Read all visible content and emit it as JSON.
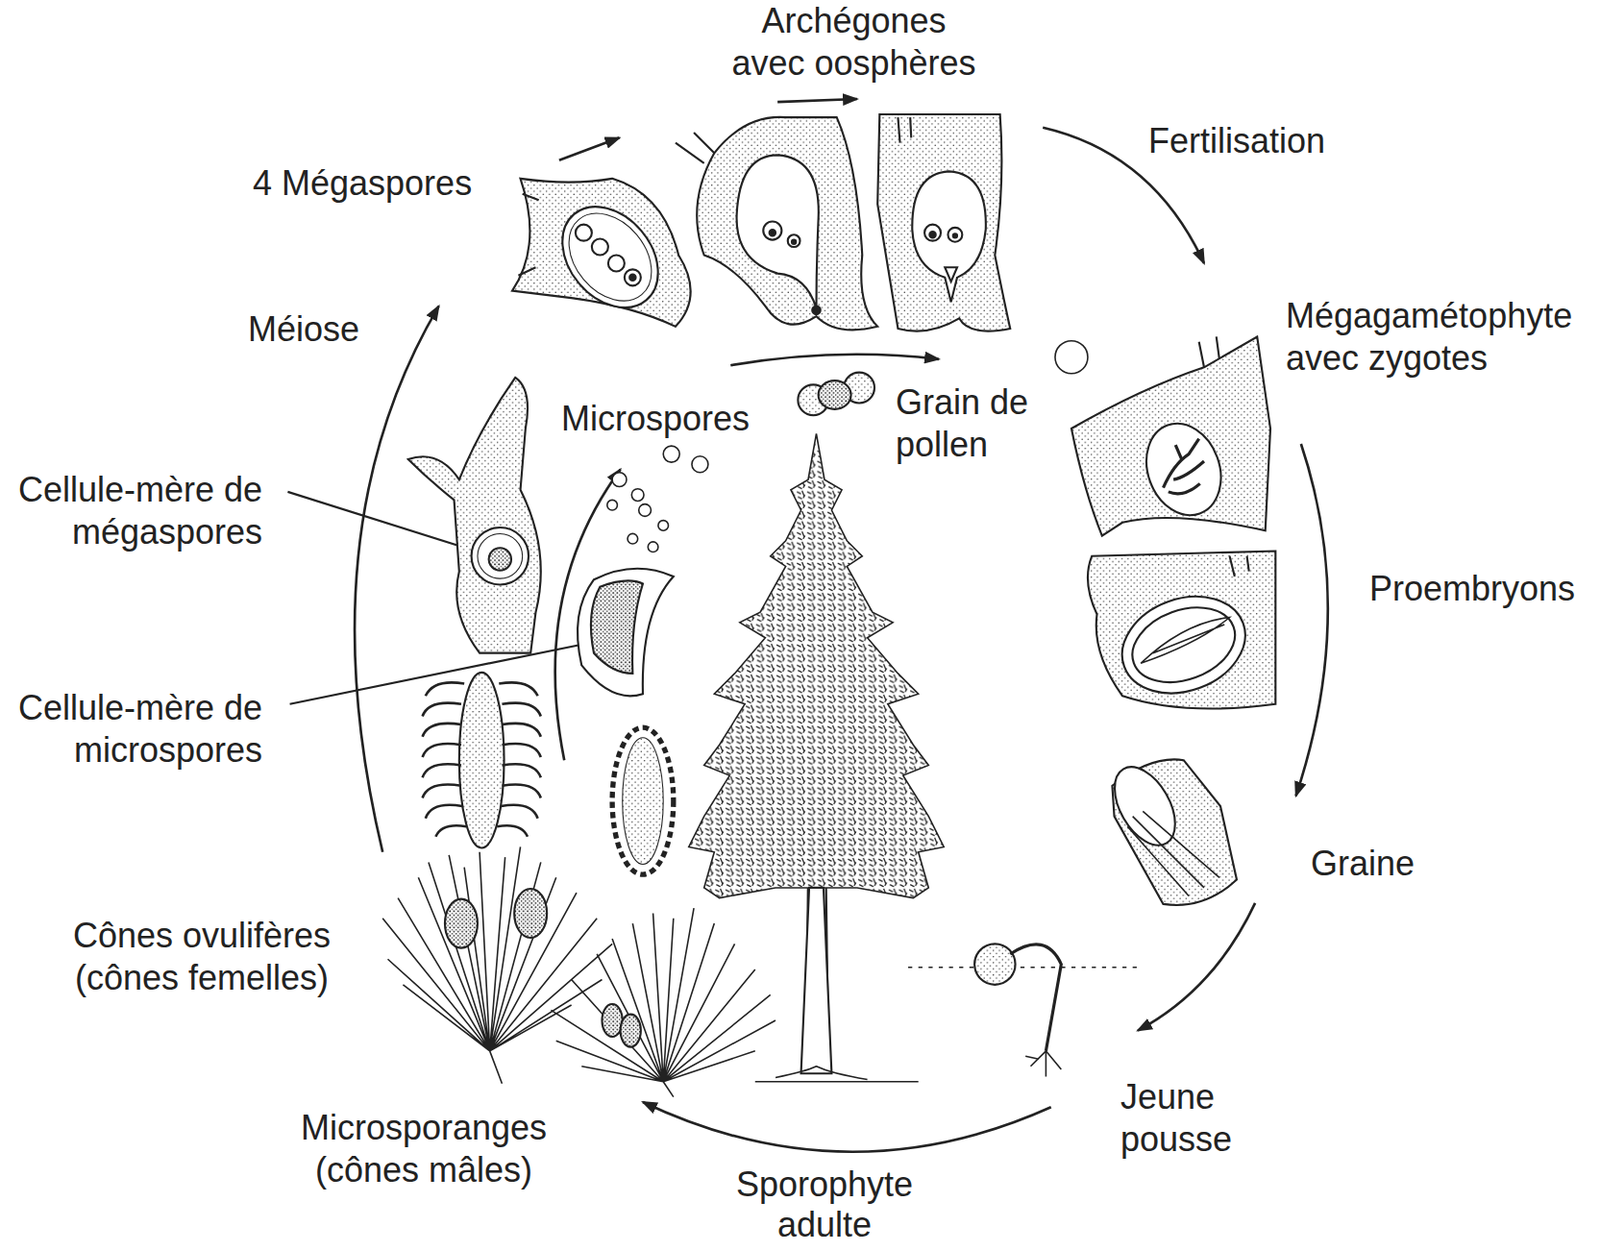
{
  "diagram": {
    "labels": [
      "Archégones avec oosphères",
      "Fertilisation",
      "4 Mégaspores",
      "Mégagamétophyte avec zygotes",
      "Méiose",
      "Microspores",
      "Grain de pollen",
      "Cellule-mère de mégaspores",
      "Proembryons",
      "Cellule-mère de microspores",
      "Graine",
      "Cônes ovulifères (cônes femelles)",
      "Jeune pousse",
      "Microsporanges (cônes mâles)",
      "Sporophyte adulte"
    ]
  }
}
